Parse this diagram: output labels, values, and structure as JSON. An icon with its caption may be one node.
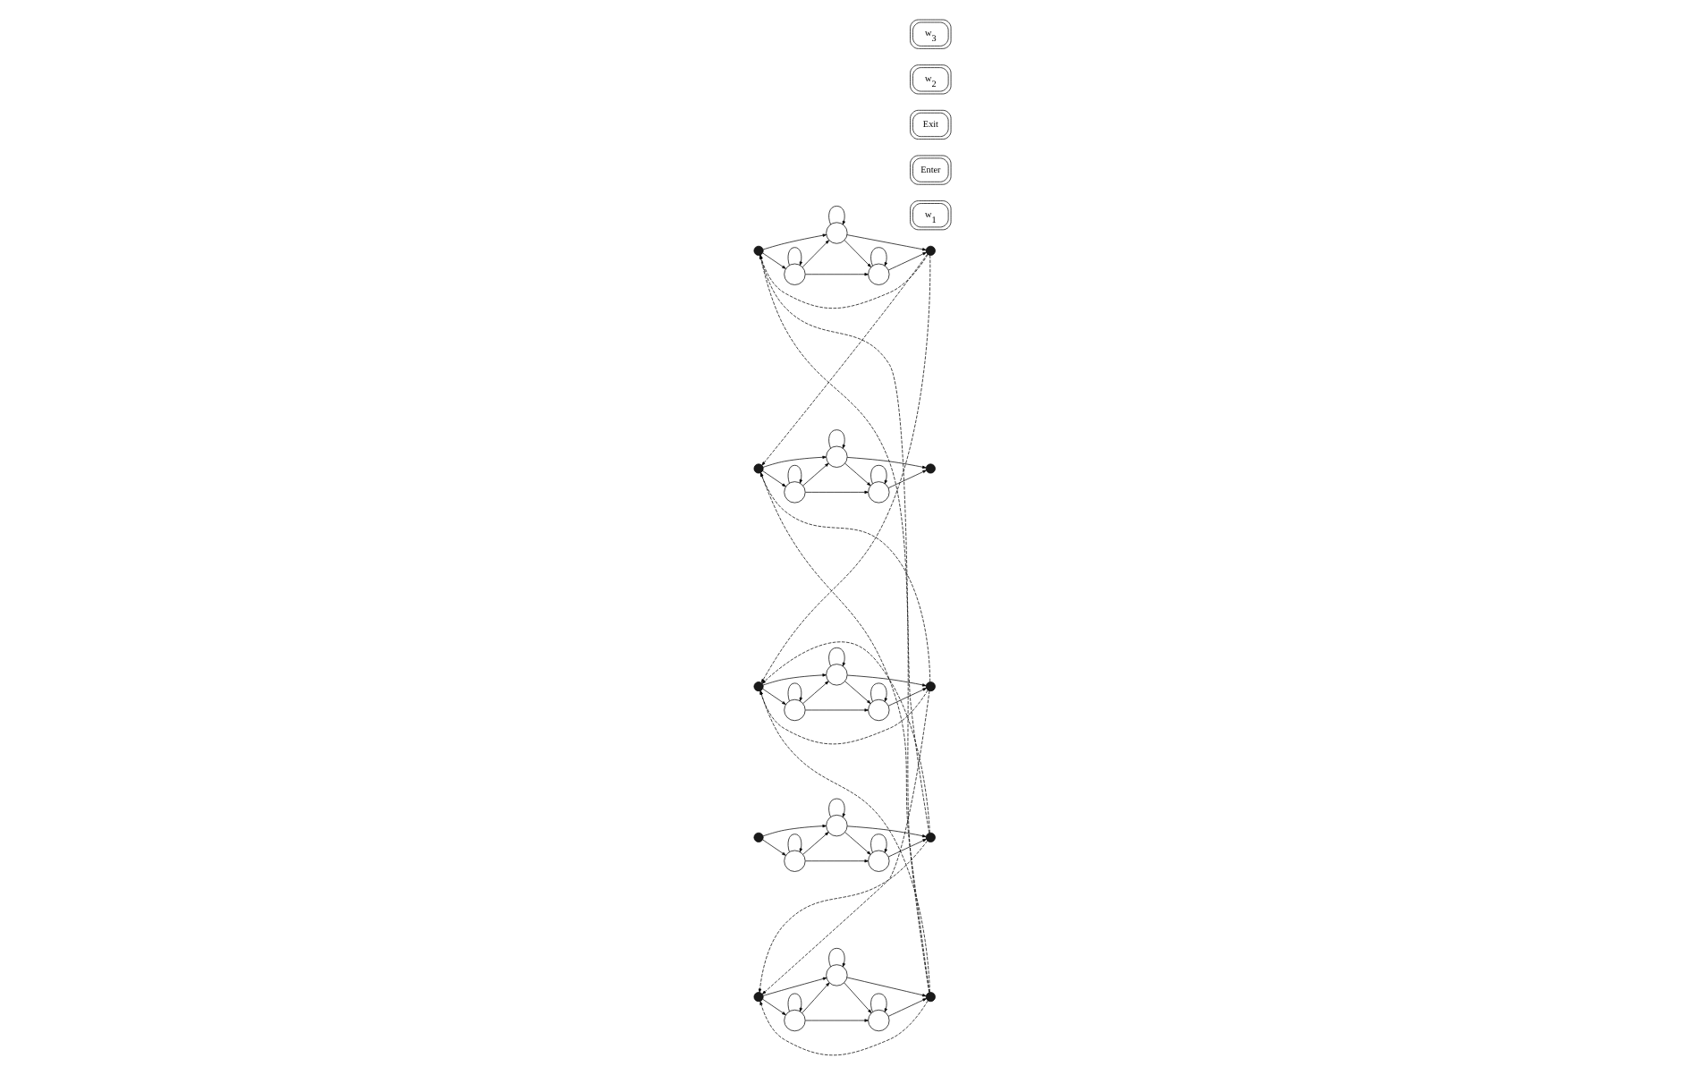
{
  "diagram": {
    "nodes": [
      {
        "text": [],
        "shape": "dot"
      },
      {
        "text": [],
        "shape": "circle"
      },
      {
        "text": [],
        "shape": "circle"
      },
      {
        "text": [],
        "shape": "circle"
      },
      {
        "text": [],
        "shape": "dot"
      },
      {
        "text": [
          "w$_{1}$"
        ]
      },
      {
        "text": [],
        "shape": "dot"
      },
      {
        "text": [],
        "shape": "circle"
      },
      {
        "text": [],
        "shape": "circle"
      },
      {
        "text": [],
        "shape": "circle"
      },
      {
        "text": [],
        "shape": "dot"
      },
      {
        "text": [
          "Enter"
        ]
      },
      {
        "text": [],
        "shape": "dot"
      },
      {
        "text": [],
        "shape": "circle"
      },
      {
        "text": [],
        "shape": "circle"
      },
      {
        "text": [],
        "shape": "circle"
      },
      {
        "text": [],
        "shape": "dot"
      },
      {
        "text": [
          "Exit"
        ]
      },
      {
        "text": [],
        "shape": "dot"
      },
      {
        "text": [],
        "shape": "circle"
      },
      {
        "text": [],
        "shape": "circle"
      },
      {
        "text": [],
        "shape": "circle"
      },
      {
        "text": [],
        "shape": "dot"
      },
      {
        "text": [
          "w$_{2}$"
        ]
      },
      {
        "text": [],
        "shape": "dot"
      },
      {
        "text": [],
        "shape": "circle"
      },
      {
        "text": [],
        "shape": "circle"
      },
      {
        "text": [],
        "shape": "circle"
      },
      {
        "text": [],
        "shape": "dot"
      },
      {
        "text": [
          "w$_{3}$"
        ]
      }
    ],
    "edges": [
      {
        "from": 0,
        "to": 1,
        "arrow": "to"
      },
      {
        "from": 1,
        "to": 1,
        "arrow": "to"
      },
      {
        "from": 1,
        "to": 2,
        "arrow": "to"
      },
      {
        "from": 2,
        "to": 2,
        "arrow": "to"
      },
      {
        "from": 2,
        "to": 3,
        "arrow": "to"
      },
      {
        "from": 3,
        "to": 3,
        "arrow": "to"
      },
      {
        "from": 3,
        "to": 4,
        "arrow": "to"
      },
      {
        "from": 0,
        "to": 2,
        "arrow": "to"
      },
      {
        "from": 1,
        "to": 3,
        "arrow": "to"
      },
      {
        "from": 2,
        "to": 4,
        "arrow": "to"
      },
      {
        "from": 6,
        "to": 7,
        "arrow": "to"
      },
      {
        "from": 7,
        "to": 7,
        "arrow": "to"
      },
      {
        "from": 7,
        "to": 8,
        "arrow": "to"
      },
      {
        "from": 8,
        "to": 8,
        "arrow": "to"
      },
      {
        "from": 8,
        "to": 9,
        "arrow": "to"
      },
      {
        "from": 9,
        "to": 9,
        "arrow": "to"
      },
      {
        "from": 9,
        "to": 10,
        "arrow": "to"
      },
      {
        "from": 6,
        "to": 8,
        "arrow": "to"
      },
      {
        "from": 7,
        "to": 9,
        "arrow": "to"
      },
      {
        "from": 8,
        "to": 10,
        "arrow": "to"
      },
      {
        "from": 12,
        "to": 13,
        "arrow": "to"
      },
      {
        "from": 13,
        "to": 13,
        "arrow": "to"
      },
      {
        "from": 13,
        "to": 14,
        "arrow": "to"
      },
      {
        "from": 14,
        "to": 14,
        "arrow": "to"
      },
      {
        "from": 14,
        "to": 15,
        "arrow": "to"
      },
      {
        "from": 15,
        "to": 15,
        "arrow": "to"
      },
      {
        "from": 15,
        "to": 16,
        "arrow": "to"
      },
      {
        "from": 12,
        "to": 14,
        "arrow": "to"
      },
      {
        "from": 13,
        "to": 15,
        "arrow": "to"
      },
      {
        "from": 14,
        "to": 16,
        "arrow": "to"
      },
      {
        "from": 18,
        "to": 19,
        "arrow": "to"
      },
      {
        "from": 19,
        "to": 19,
        "arrow": "to"
      },
      {
        "from": 19,
        "to": 20,
        "arrow": "to"
      },
      {
        "from": 20,
        "to": 20,
        "arrow": "to"
      },
      {
        "from": 20,
        "to": 21,
        "arrow": "to"
      },
      {
        "from": 21,
        "to": 21,
        "arrow": "to"
      },
      {
        "from": 21,
        "to": 22,
        "arrow": "to"
      },
      {
        "from": 18,
        "to": 20,
        "arrow": "to"
      },
      {
        "from": 19,
        "to": 21,
        "arrow": "to"
      },
      {
        "from": 20,
        "to": 22,
        "arrow": "to"
      },
      {
        "from": 24,
        "to": 25,
        "arrow": "to"
      },
      {
        "from": 25,
        "to": 25,
        "arrow": "to"
      },
      {
        "from": 25,
        "to": 26,
        "arrow": "to"
      },
      {
        "from": 26,
        "to": 26,
        "arrow": "to"
      },
      {
        "from": 26,
        "to": 27,
        "arrow": "to"
      },
      {
        "from": 27,
        "to": 27,
        "arrow": "to"
      },
      {
        "from": 27,
        "to": 28,
        "arrow": "to"
      },
      {
        "from": 24,
        "to": 26,
        "arrow": "to"
      },
      {
        "from": 25,
        "to": 27,
        "arrow": "to"
      },
      {
        "from": 26,
        "to": 28,
        "arrow": "to"
      },
      {
        "from": 10,
        "to": 0,
        "arrow": "to",
        "style": "dashed"
      },
      {
        "from": 10,
        "to": 18,
        "arrow": "to",
        "style": "dashed"
      },
      {
        "from": 10,
        "to": 24,
        "arrow": "to",
        "style": "dashed"
      },
      {
        "from": 4,
        "to": 0,
        "arrow": "to",
        "style": "dashed"
      },
      {
        "from": 4,
        "to": 12,
        "arrow": "to",
        "style": "dashed"
      },
      {
        "from": 4,
        "to": 18,
        "arrow": "to",
        "style": "dashed"
      },
      {
        "from": 28,
        "to": 0,
        "arrow": "to",
        "style": "dashed"
      },
      {
        "from": 22,
        "to": 18,
        "arrow": "to",
        "style": "dashed"
      },
      {
        "from": 22,
        "to": 12,
        "arrow": "to",
        "style": "dashed"
      },
      {
        "from": 22,
        "to": 24,
        "arrow": "to",
        "style": "dashed"
      },
      {
        "from": 28,
        "to": 18,
        "arrow": "to",
        "style": "dashed"
      },
      {
        "from": 28,
        "to": 24,
        "arrow": "to",
        "style": "dashed"
      },
      {
        "from": 28,
        "to": 12,
        "arrow": "to",
        "style": "dashed"
      }
    ]
  }
}
